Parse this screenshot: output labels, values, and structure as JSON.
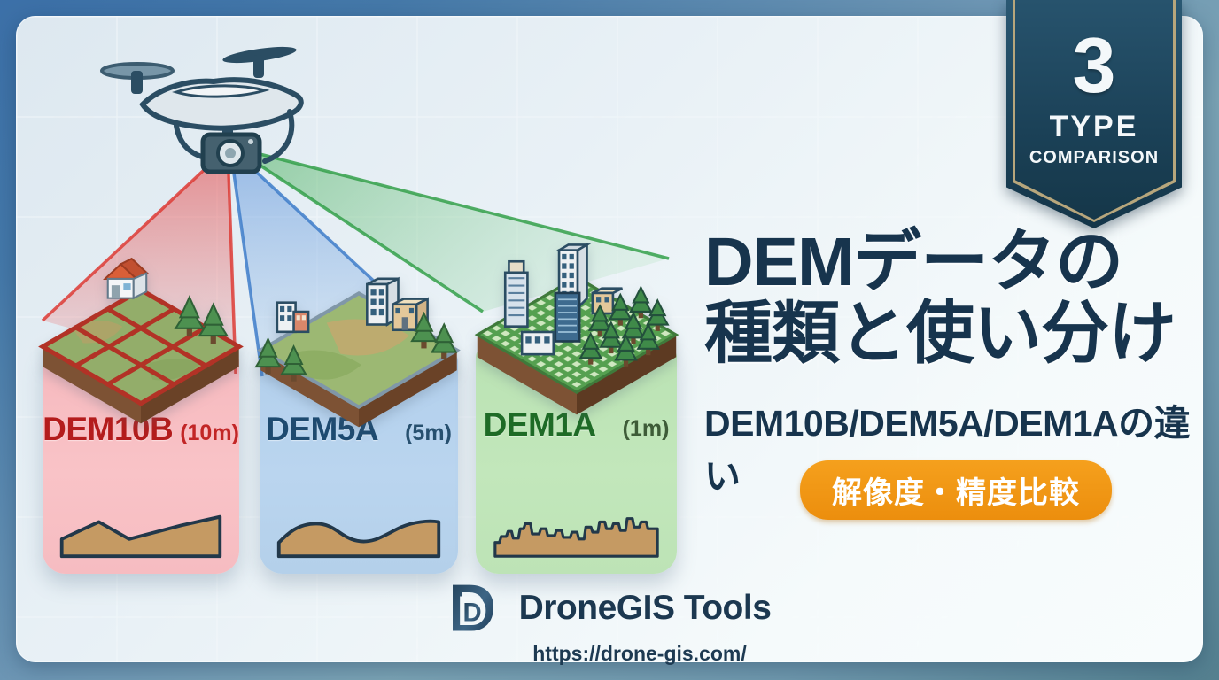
{
  "ribbon": {
    "number": "3",
    "type_label": "TYPE",
    "comparison_label": "COMPARISON"
  },
  "title": {
    "line1": "DEMデータの",
    "line2": "種類と使い分け"
  },
  "subtitle": "DEM10B/DEM5A/DEM1Aの違い",
  "badge": "解像度・精度比較",
  "columns": [
    {
      "name": "DEM10B",
      "resolution": "(10m)",
      "panel_color": "#f8c0c4",
      "label_color": "#b41c1c",
      "beam_color": "#e23b3b",
      "terrain_detail": "coarse"
    },
    {
      "name": "DEM5A",
      "resolution": "(5m)",
      "panel_color": "#b6d2ee",
      "label_color": "#1d4a70",
      "beam_color": "#4a86d8",
      "terrain_detail": "smooth"
    },
    {
      "name": "DEM1A",
      "resolution": "(1m)",
      "panel_color": "#bfe4b8",
      "label_color": "#1e6b26",
      "beam_color": "#3aa94e",
      "terrain_detail": "fine"
    }
  ],
  "footer": {
    "brand": "DroneGIS Tools",
    "url": "https://drone-gis.com/"
  },
  "colors": {
    "headline_navy": "#17344d",
    "ribbon_navy": "#1b4157",
    "ribbon_gold": "#b7a67c",
    "badge_orange": "#ee9113",
    "terrain_tan": "#c59a63",
    "frame_blue": "#3c70a8"
  }
}
